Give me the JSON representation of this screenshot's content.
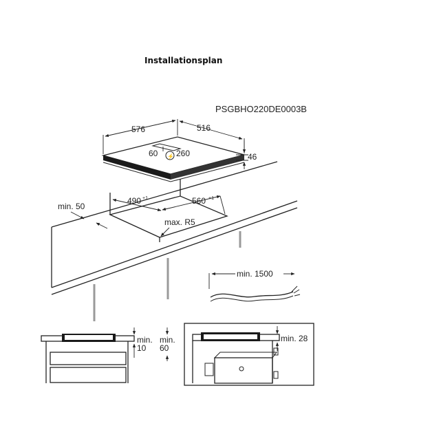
{
  "title": "Installationsplan",
  "drawing_code": "PSGBHO220DE0003B",
  "hob": {
    "width": "576",
    "depth": "516",
    "height": "46",
    "cable_left": "60",
    "cable_right": "260",
    "power_symbol": "⚡"
  },
  "cutout": {
    "width": "490",
    "width_tol": "+1",
    "depth": "560",
    "depth_tol": "+1",
    "radius": "max. R5",
    "min_edge": "min. 50"
  },
  "cable": {
    "length": "min. 1500"
  },
  "left_section": {
    "label1_a": "min.",
    "label1_b": "10",
    "label2_a": "min.",
    "label2_b": "60"
  },
  "right_section": {
    "label": "min. 28"
  },
  "colors": {
    "line": "#222222",
    "support": "#9a9a9a"
  }
}
